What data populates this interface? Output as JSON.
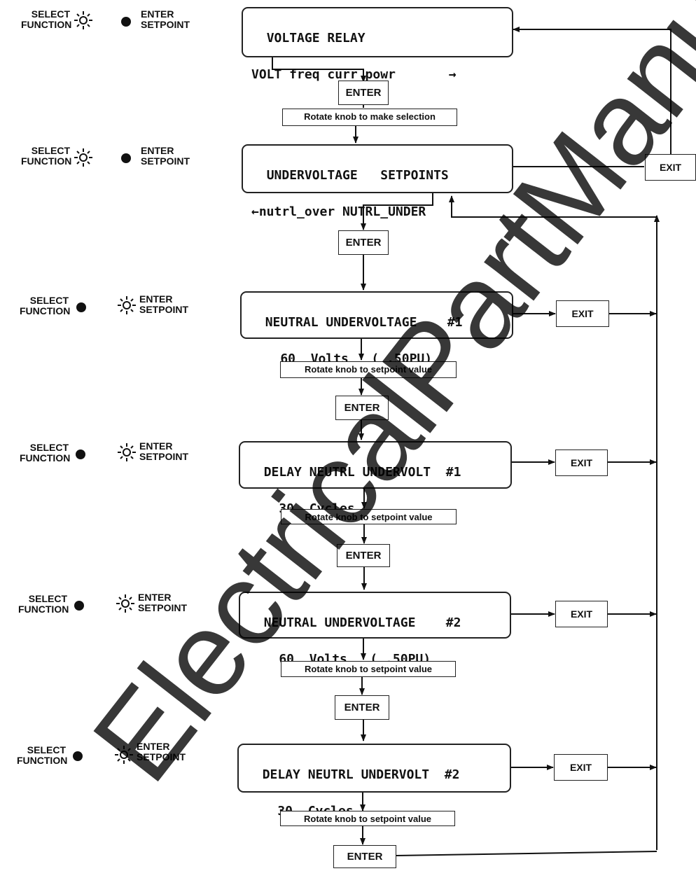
{
  "indicators": {
    "select_label": "SELECT\nFUNCTION",
    "enter_label": "ENTER\nSETPOINT"
  },
  "screens": [
    {
      "line1": "VOLTAGE RELAY",
      "line2": "VOLT freq curr powr       →"
    },
    {
      "line1": "UNDERVOLTAGE   SETPOINTS",
      "line2": "←nutrl_over NUTRL_UNDER"
    },
    {
      "line1": "NEUTRAL UNDERVOLTAGE    #1",
      "line2": "    60  Volts   ( .50PU)"
    },
    {
      "line1": "DELAY NEUTRL UNDERVOLT  #1",
      "line2": "    30  Cycles"
    },
    {
      "line1": "NEUTRAL UNDERVOLTAGE    #2",
      "line2": "    60  Volts   ( .50PU)"
    },
    {
      "line1": "DELAY NEUTRL UNDERVOLT  #2",
      "line2": "    30  Cycles"
    }
  ],
  "buttons": {
    "enter": "ENTER",
    "exit": "EXIT"
  },
  "instructions": {
    "make_selection": "Rotate knob to make selection",
    "setpoint_value": "Rotate knob to setpoint value"
  },
  "watermark": "ElectricalPartManuals"
}
